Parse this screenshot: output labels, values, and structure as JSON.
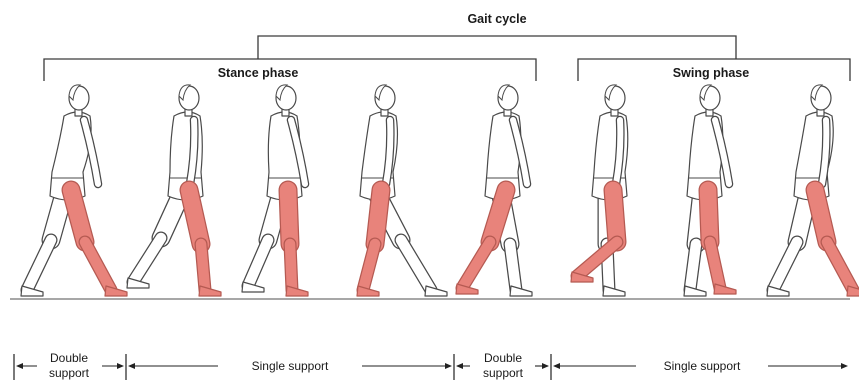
{
  "title": "Gait cycle",
  "phases": {
    "stance": "Stance phase",
    "swing": "Swing phase"
  },
  "supports": [
    {
      "line1": "Double",
      "line2": "support"
    },
    {
      "line1": "Single support"
    },
    {
      "line1": "Double",
      "line2": "support"
    },
    {
      "line1": "Single support"
    }
  ],
  "colors": {
    "highlight_leg": "#e8837b",
    "highlight_edge": "#b55a52",
    "outline": "#4a4a4a",
    "ground": "#8a8a8a"
  },
  "figures": [
    {
      "stage": 1,
      "highlight_leg_pose": "heel-strike-back-diagonal"
    },
    {
      "stage": 2,
      "highlight_leg_pose": "loading"
    },
    {
      "stage": 3,
      "highlight_leg_pose": "mid-stance"
    },
    {
      "stage": 4,
      "highlight_leg_pose": "terminal-stance"
    },
    {
      "stage": 5,
      "highlight_leg_pose": "pre-swing"
    },
    {
      "stage": 6,
      "highlight_leg_pose": "initial-swing"
    },
    {
      "stage": 7,
      "highlight_leg_pose": "mid-swing"
    },
    {
      "stage": 8,
      "highlight_leg_pose": "terminal-swing"
    }
  ]
}
